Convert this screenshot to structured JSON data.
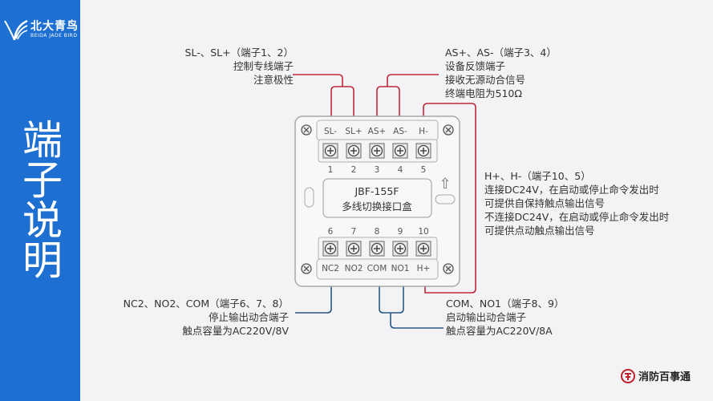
{
  "brand": {
    "name_cn": "北大青鸟",
    "name_en": "BEIDA JADE BIRD"
  },
  "title": "端子说明",
  "device": {
    "model": "JBF-155F",
    "name": "多线切换接口盒",
    "top_terminals": [
      {
        "label": "SL-",
        "num": "1"
      },
      {
        "label": "SL+",
        "num": "2"
      },
      {
        "label": "AS+",
        "num": "3"
      },
      {
        "label": "AS-",
        "num": "4"
      },
      {
        "label": "H-",
        "num": "5"
      }
    ],
    "bottom_terminals": [
      {
        "label": "NC2",
        "num": "6"
      },
      {
        "label": "NO2",
        "num": "7"
      },
      {
        "label": "COM",
        "num": "8"
      },
      {
        "label": "NO1",
        "num": "9"
      },
      {
        "label": "H+",
        "num": "10"
      }
    ],
    "arrow": "⇧"
  },
  "annotations": {
    "sl": [
      "SL-、SL+（端子1、2）",
      "控制专线端子",
      "注意极性"
    ],
    "as": [
      "AS+、AS-（端子3、4）",
      "设备反馈端子",
      "接收无源动合信号",
      "终端电阻为510Ω"
    ],
    "h": [
      "H+、H-（端子10、5）",
      "连接DC24V，在启动或停止命令发出时",
      "可提供自保持触点输出信号",
      "不连接DC24V，在启动或停止命令发出时",
      "可提供点动触点输出信号"
    ],
    "nc2": [
      "NC2、NO2、COM（端子6、7、8）",
      "停止输出动合端子",
      "触点容量为AC220V/8V"
    ],
    "no1": [
      "COM、NO1（端子8、9）",
      "启动输出动合端子",
      "触点容量为AC220V/8A"
    ]
  },
  "colors": {
    "sidebar": "#1d6fd1",
    "wire_red": "#c0283a",
    "wire_blue": "#2a5a88"
  },
  "footer": {
    "logo_text": "消防百事通"
  }
}
